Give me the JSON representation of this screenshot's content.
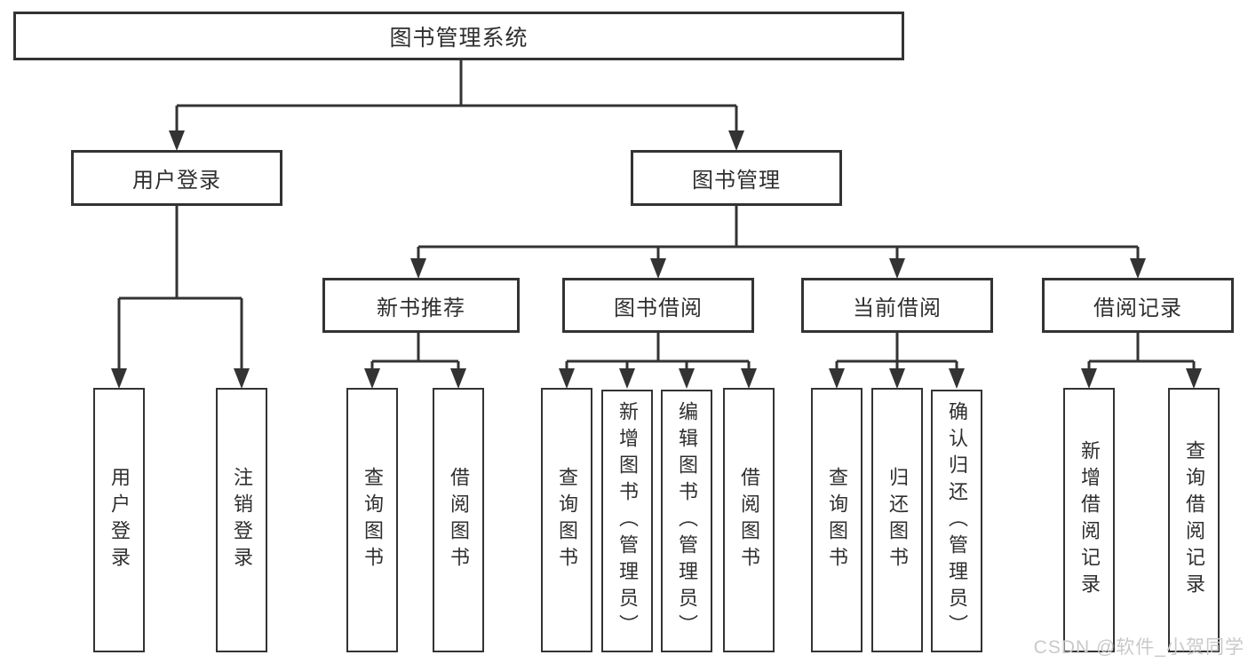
{
  "diagram": {
    "title": "图书管理系统",
    "type": "hierarchy-tree",
    "colors": {
      "line": "#333333",
      "box_border": "#333333",
      "box_fill": "#ffffff",
      "text": "#2f2f2f",
      "watermark": "#c9c9c9"
    }
  },
  "nodes": {
    "root": "图书管理系统",
    "level2": [
      {
        "label": "用户登录"
      },
      {
        "label": "图书管理"
      }
    ],
    "level3": [
      {
        "label": "新书推荐"
      },
      {
        "label": "图书借阅"
      },
      {
        "label": "当前借阅"
      },
      {
        "label": "借阅记录"
      }
    ],
    "leaves": [
      {
        "label": "用户登录",
        "parent": "用户登录"
      },
      {
        "label": "注销登录",
        "parent": "用户登录"
      },
      {
        "label": "查询图书",
        "parent": "新书推荐"
      },
      {
        "label": "借阅图书",
        "parent": "新书推荐"
      },
      {
        "label": "查询图书",
        "parent": "图书借阅"
      },
      {
        "label": "新增图书（管理员）",
        "parent": "图书借阅"
      },
      {
        "label": "编辑图书（管理员）",
        "parent": "图书借阅"
      },
      {
        "label": "借阅图书",
        "parent": "图书借阅"
      },
      {
        "label": "查询图书",
        "parent": "当前借阅"
      },
      {
        "label": "归还图书",
        "parent": "当前借阅"
      },
      {
        "label": "确认归还（管理员）",
        "parent": "当前借阅"
      },
      {
        "label": "新增借阅记录",
        "parent": "借阅记录"
      },
      {
        "label": "查询借阅记录",
        "parent": "借阅记录"
      }
    ]
  },
  "watermark": "CSDN @软件_小贺同学"
}
